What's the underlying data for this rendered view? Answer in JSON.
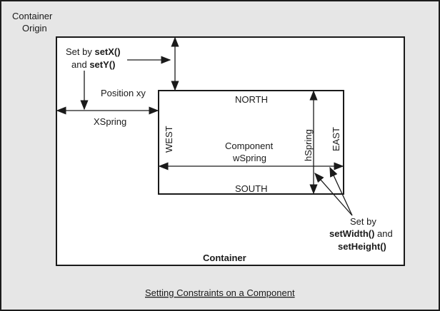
{
  "labels": {
    "container_origin_line1": "Container",
    "container_origin_line2": "Origin",
    "set_by_xy_prefix": "Set by ",
    "set_x": "setX()",
    "and": "and ",
    "set_y": "setY()",
    "position_xy": "Position xy",
    "xspring": "XSpring",
    "north": "NORTH",
    "south": "SOUTH",
    "west": "WEST",
    "east": "EAST",
    "component": "Component",
    "wspring": "wSpring",
    "hspring": "hSpring",
    "set_by": "Set by",
    "set_width": "setWidth()",
    "and_suffix": " and",
    "set_height": "setHeight()",
    "container": "Container"
  },
  "caption": "Setting Constraints on a Component",
  "colors": {
    "background": "#e6e6e6",
    "container_fill": "#ffffff",
    "stroke": "#1a1a1a"
  }
}
